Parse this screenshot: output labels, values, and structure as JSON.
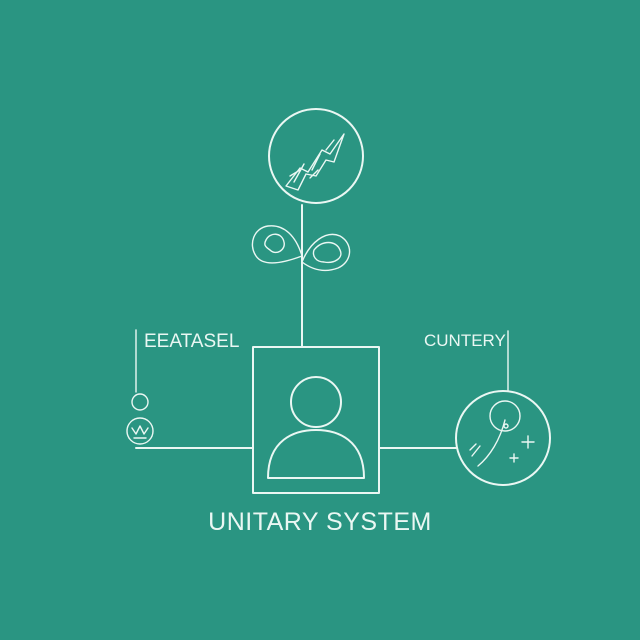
{
  "diagram": {
    "labels": {
      "left": "EEATASEL",
      "right": "CUNTERY",
      "center": "UNITARY SYSTEM"
    }
  },
  "colors": {
    "background": "#2a9582",
    "line": "#eaf7f3"
  },
  "icons": {
    "top_node": "plant-sprout-icon",
    "leaves": "leaf-icon",
    "center_node": "user-avatar-icon",
    "left_node": "figure-icon",
    "right_node": "sparkle-icon"
  }
}
